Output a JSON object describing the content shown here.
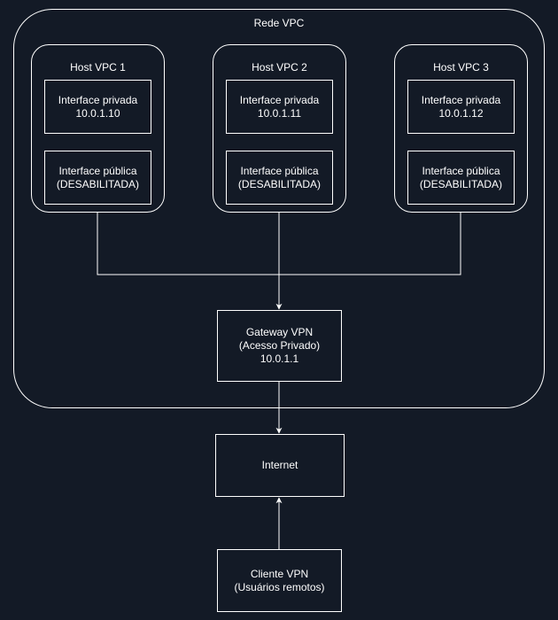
{
  "vpc_network": {
    "label": "Rede VPC"
  },
  "hosts": [
    {
      "title": "Host VPC 1",
      "private_title": "Interface privada",
      "private_ip": "10.0.1.10",
      "public_title": "Interface pública",
      "public_status": "(DESABILITADA)"
    },
    {
      "title": "Host VPC 2",
      "private_title": "Interface privada",
      "private_ip": "10.0.1.11",
      "public_title": "Interface pública",
      "public_status": "(DESABILITADA)"
    },
    {
      "title": "Host VPC 3",
      "private_title": "Interface privada",
      "private_ip": "10.0.1.12",
      "public_title": "Interface pública",
      "public_status": "(DESABILITADA)"
    }
  ],
  "gateway": {
    "line1": "Gateway VPN",
    "line2": "(Acesso Privado)",
    "line3": "10.0.1.1"
  },
  "internet": {
    "label": "Internet"
  },
  "client": {
    "line1": "Cliente VPN",
    "line2": "(Usuários remotos)"
  },
  "colors": {
    "background": "#131a26",
    "stroke": "#ffffff",
    "text": "#ffffff"
  }
}
